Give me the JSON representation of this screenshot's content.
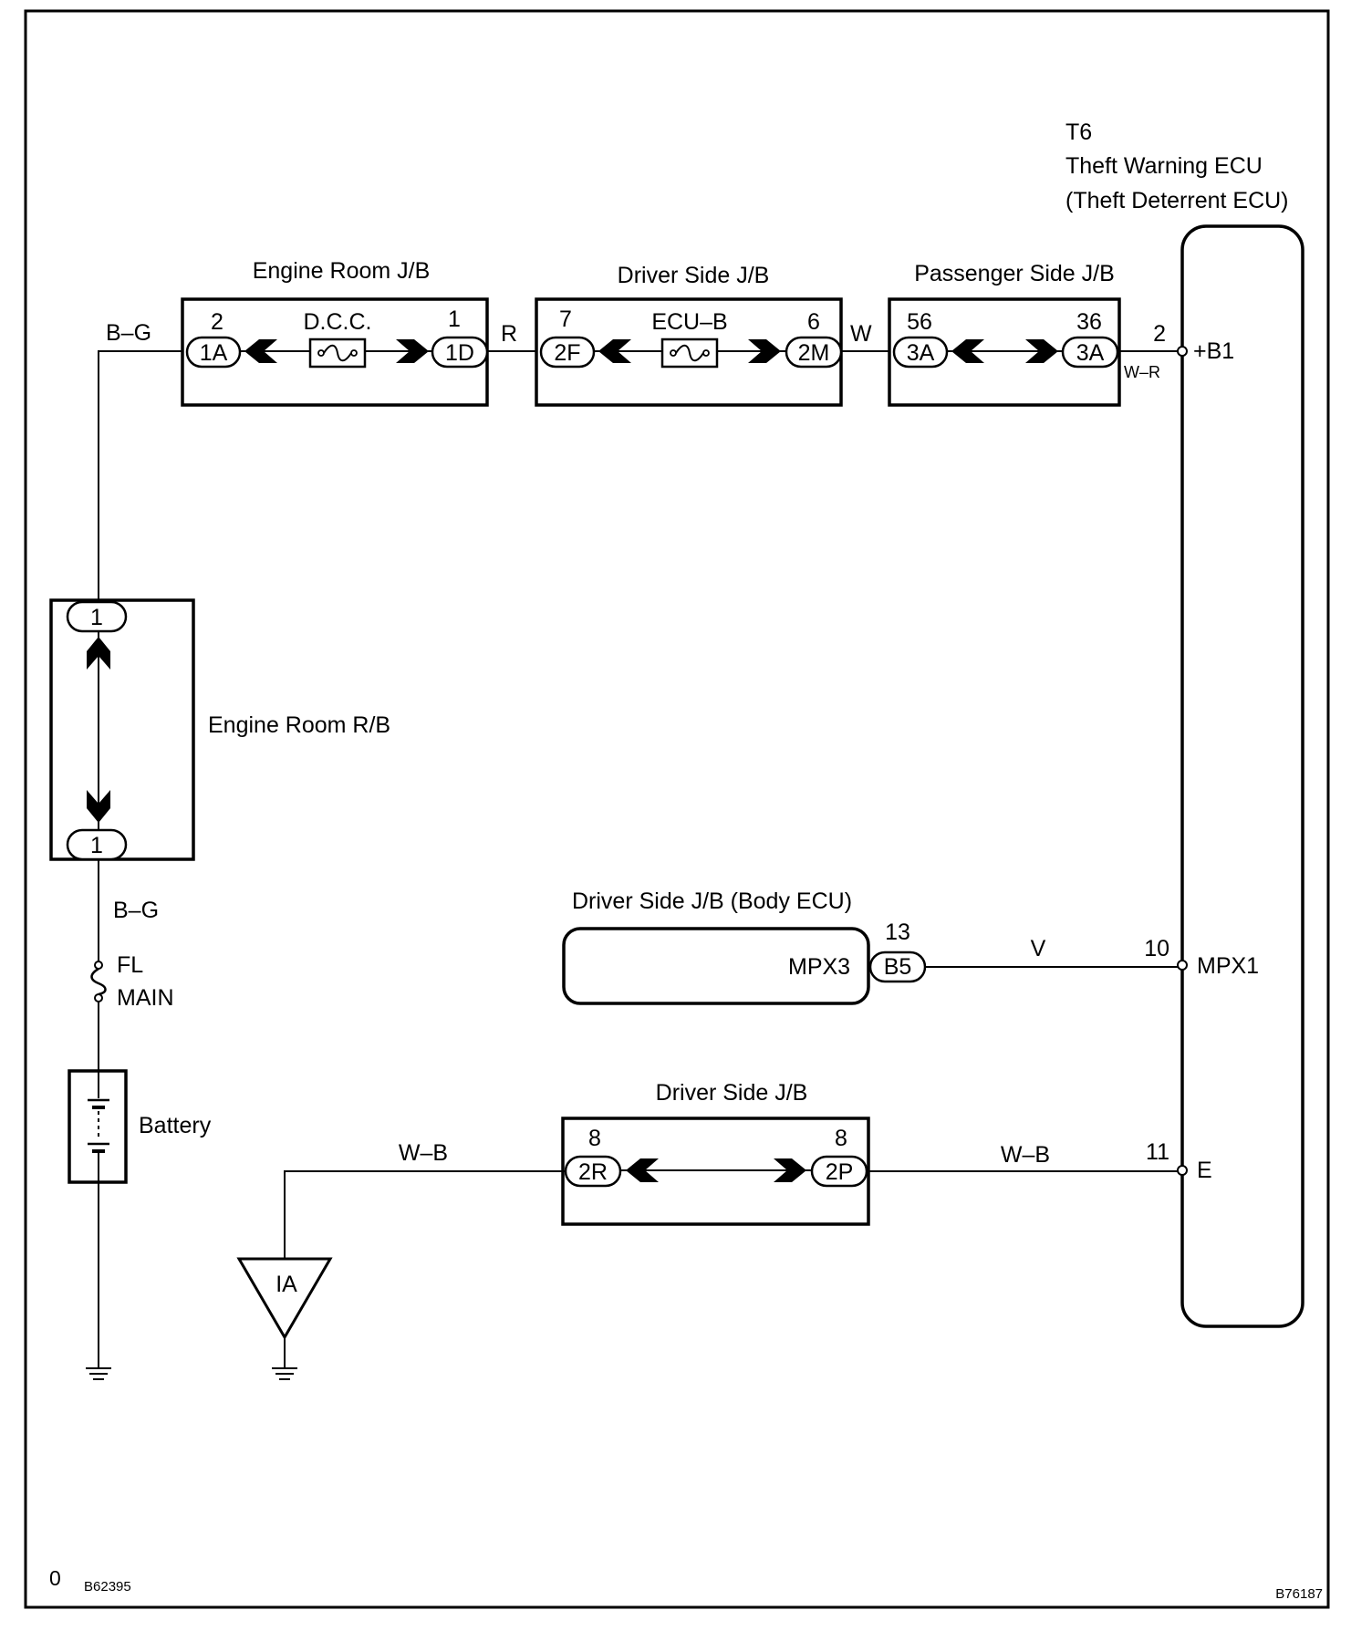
{
  "ecu": {
    "code": "T6",
    "name": "Theft Warning ECU",
    "alt_name": "(Theft Deterrent ECU)",
    "pins": [
      {
        "num": "2",
        "label": "+B1"
      },
      {
        "num": "10",
        "label": "MPX1"
      },
      {
        "num": "11",
        "label": "E"
      }
    ]
  },
  "engine_room_jb": {
    "title": "Engine Room J/B",
    "fuse": "D.C.C.",
    "in_pin": "2",
    "in_conn": "1A",
    "out_pin": "1",
    "out_conn": "1D"
  },
  "driver_side_jb": {
    "title": "Driver Side J/B",
    "fuse": "ECU–B",
    "in_pin": "7",
    "in_conn": "2F",
    "out_pin": "6",
    "out_conn": "2M"
  },
  "passenger_side_jb": {
    "title": "Passenger Side J/B",
    "in_pin": "56",
    "in_conn": "3A",
    "out_pin": "36",
    "out_conn": "3A"
  },
  "engine_room_rb": {
    "title": "Engine Room R/B",
    "top_conn": "1",
    "bottom_conn": "1"
  },
  "body_ecu": {
    "title": "Driver Side J/B (Body ECU)",
    "terminal": "MPX3",
    "pin": "13",
    "conn": "B5"
  },
  "driver_side_jb_ground": {
    "title": "Driver Side J/B",
    "left_pin": "8",
    "left_conn": "2R",
    "right_pin": "8",
    "right_conn": "2P"
  },
  "wires": {
    "bg_top": "B–G",
    "r": "R",
    "w": "W",
    "wr": "W–R",
    "bg_lower": "B–G",
    "v": "V",
    "wb_left": "W–B",
    "wb_right": "W–B"
  },
  "fl_main": {
    "line1": "FL",
    "line2": "MAIN"
  },
  "battery": "Battery",
  "ground_point": "IA",
  "footer": {
    "zero": "0",
    "left_code": "B62395",
    "right_code": "B76187"
  }
}
